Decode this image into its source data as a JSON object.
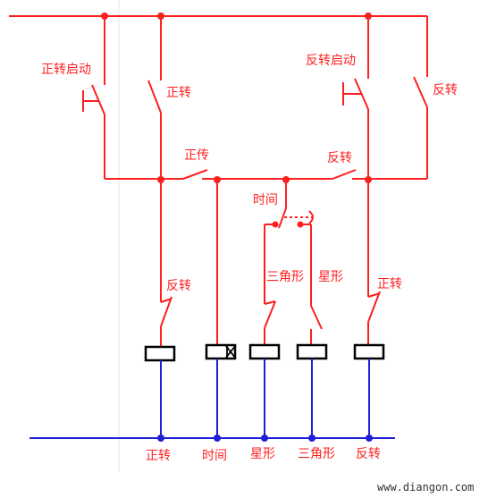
{
  "labels": {
    "forward_start": "正转启动",
    "forward_nc_top": "正转",
    "reverse_start": "反转启动",
    "reverse_nc_top": "反转",
    "forward_interlock": "正传",
    "reverse_interlock": "反转",
    "timer_contact": "时间",
    "branch1_contact": "反转",
    "delta_contact": "三角形",
    "star_contact": "星形",
    "branch5_contact": "正转"
  },
  "coils": {
    "forward": "正转",
    "timer": "时间",
    "star": "星形",
    "delta": "三角形",
    "reverse": "反转"
  },
  "watermark": "www.diangon.com",
  "colors": {
    "control_wire": "#ff1f1f",
    "neutral_wire": "#1f1fd8",
    "coil_outline": "#000000"
  }
}
